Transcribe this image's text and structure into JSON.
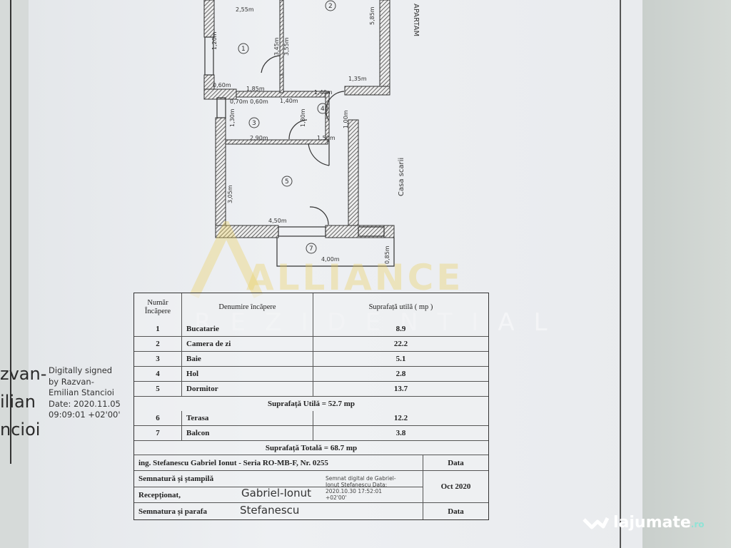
{
  "floor_plan": {
    "rooms": [
      "1",
      "2",
      "3",
      "4",
      "5",
      "7"
    ],
    "dimensions": [
      "2,55m",
      "3,45m",
      "3,55m",
      "1,85m",
      "0,60m",
      "0,70m",
      "0,60m",
      "1,40m",
      "1,80m",
      "2,90m",
      "1,40m",
      "1,35m",
      "1,50m",
      "5,85m",
      "3,05m",
      "4,50m",
      "4,00m",
      "0,85m",
      "1,20m",
      "1,30m",
      "1,00m"
    ],
    "labels": {
      "stair": "Casa scarii",
      "apartment": "APARTAM"
    }
  },
  "watermark": {
    "brand": "ALLIANCE",
    "sub": "REZIDENTIAL"
  },
  "table": {
    "headers": {
      "number": "Număr Încăpere",
      "name": "Denumire încăpere",
      "area": "Suprafață utilă ( mp )"
    },
    "rooms": [
      {
        "n": "1",
        "name": "Bucatarie",
        "area": "8.9"
      },
      {
        "n": "2",
        "name": "Camera de zi",
        "area": "22.2"
      },
      {
        "n": "3",
        "name": "Baie",
        "area": "5.1"
      },
      {
        "n": "4",
        "name": "Hol",
        "area": "2.8"
      },
      {
        "n": "5",
        "name": "Dormitor",
        "area": "13.7"
      }
    ],
    "util_total": "Suprafață Utilă = 52.7 mp",
    "extra": [
      {
        "n": "6",
        "name": "Terasa",
        "area": "12.2"
      },
      {
        "n": "7",
        "name": "Balcon",
        "area": "3.8"
      }
    ],
    "grand_total": "Suprafață Totală = 68.7 mp",
    "engineer": "ing. Stefanescu Gabriel Ionut - Seria RO-MB-F, Nr. 0255",
    "data_label": "Data",
    "signature_label": "Semnatură și ștampilă",
    "received_label": "Recepționat,",
    "signature2_label": "Semnatura și parafa",
    "date_value": "Oct 2020",
    "data_label2": "Data",
    "digital_sig_name_1": "Gabriel-Ionut",
    "digital_sig_name_2": "Stefanescu",
    "digital_sig_note": "Semnat digital de Gabriel-Ionut Stefanescu Data: 2020.10.30 17:52:01 +02'00'"
  },
  "left_signature": {
    "name_big": [
      "zvan-",
      "ilian",
      "ncioi"
    ],
    "note": [
      "Digitally signed",
      "by Razvan-",
      "Emilian Stancioi",
      "Date: 2020.11.05",
      "09:09:01 +02'00'"
    ]
  },
  "site_logo": {
    "text": "lajumate",
    "tld": ".ro"
  }
}
